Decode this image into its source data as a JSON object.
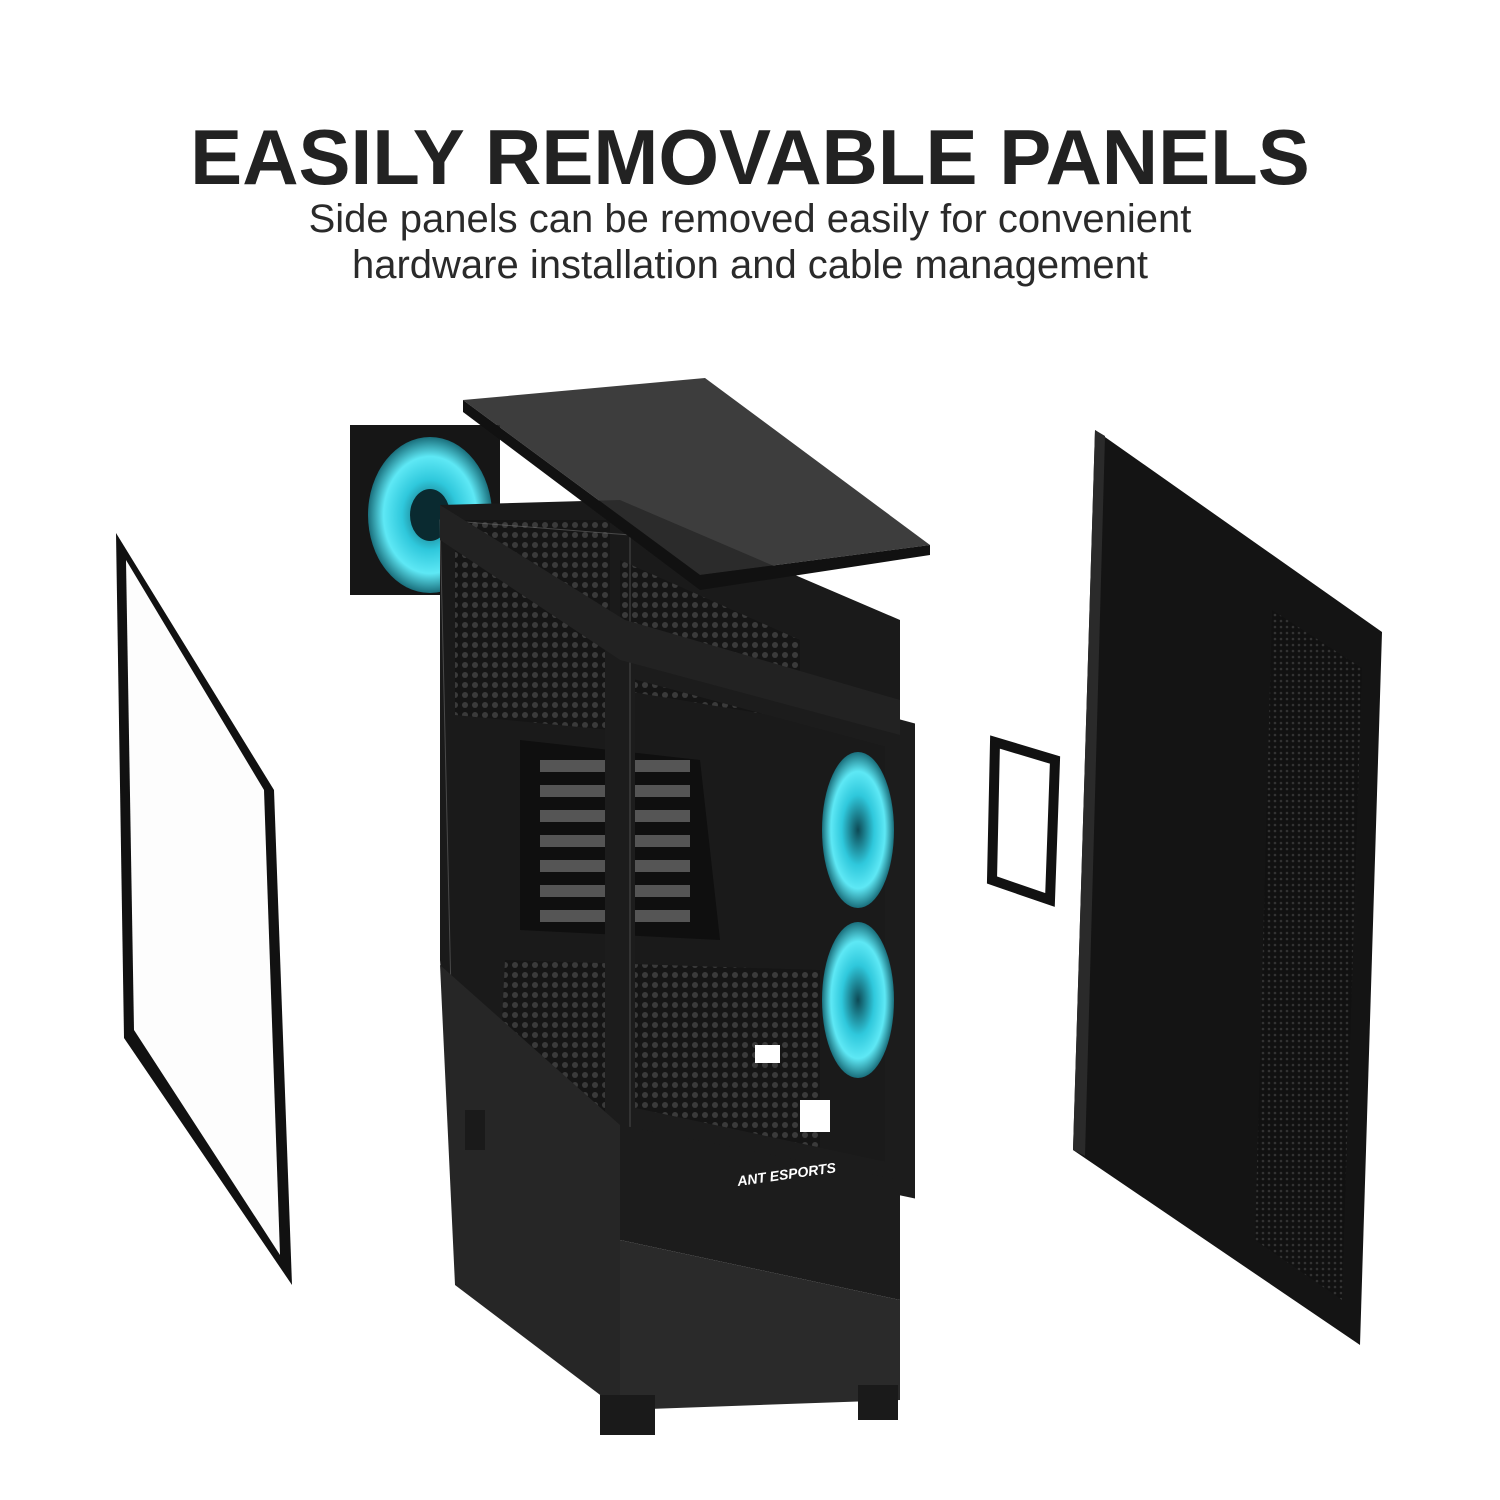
{
  "heading": "EASILY REMOVABLE PANELS",
  "subheading_lines": [
    "Side panels can be removed easily for convenient",
    "hardware installation and cable management"
  ],
  "product_logo": "ANT ESPORTS",
  "colors": {
    "fan_glow": "#33d6e8",
    "case": "#1a1a1a",
    "text": "#222222"
  }
}
